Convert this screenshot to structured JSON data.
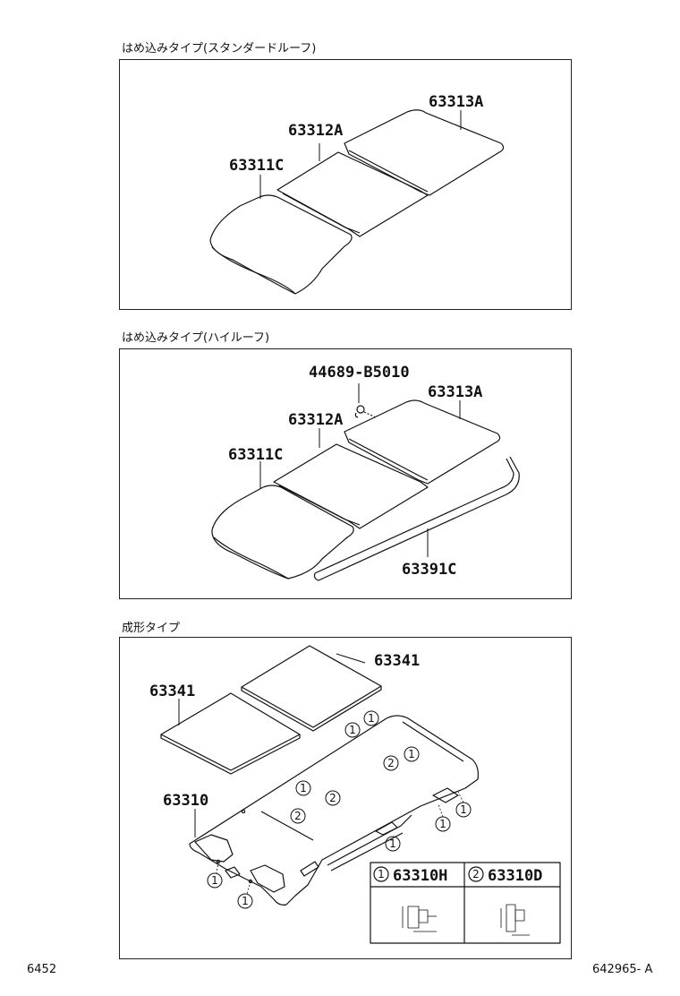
{
  "sections": [
    {
      "title": "はめ込みタイプ(スタンダードルーフ)",
      "labels": {
        "p1": "63313A",
        "p2": "63312A",
        "p3": "63311C"
      }
    },
    {
      "title": "はめ込みタイプ(ハイルーフ)",
      "labels": {
        "clip": "44689-B5010",
        "p1": "63313A",
        "p2": "63312A",
        "p3": "63311C",
        "rail": "63391C"
      }
    },
    {
      "title": "成形タイプ",
      "labels": {
        "pad_a": "63341",
        "pad_b": "63341",
        "headliner": "63310"
      },
      "legend": [
        {
          "marker": "1",
          "part": "63310H"
        },
        {
          "marker": "2",
          "part": "63310D"
        }
      ]
    }
  ],
  "footer": {
    "left": "6452",
    "right": "642965- A"
  }
}
